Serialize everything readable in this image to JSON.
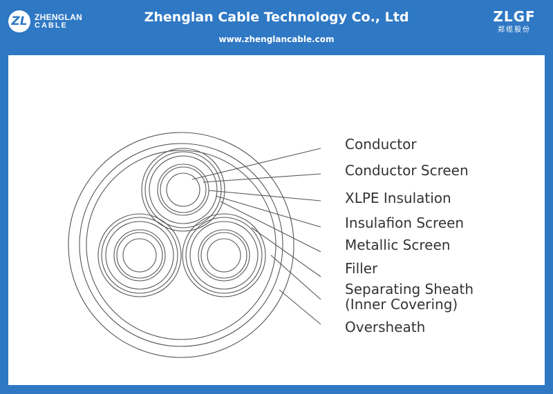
{
  "header": {
    "logo_left_line1": "ZHENGLAN",
    "logo_left_line2": "CABLE",
    "logo_left_mark": "ZL",
    "company_title": "Zhenglan Cable Technology Co., Ltd",
    "website": "www.zhenglancable.com",
    "logo_right_brand": "ZLGF",
    "logo_right_cn": "郑缆股份"
  },
  "diagram": {
    "labels": {
      "conductor": "Conductor",
      "conductor_screen": "Conductor Screen",
      "xlpe_insulation": "XLPE Insulation",
      "insulation_screen": "Insulafion Screen",
      "metallic_screen": "Metallic Screen",
      "filler": "Filler",
      "separating_sheath_1": "Separating Sheath",
      "separating_sheath_2": "(Inner Covering)",
      "oversheath": "Oversheath"
    }
  },
  "colors": {
    "background": "#2f78c4",
    "panel": "#ffffff",
    "line": "#555555"
  }
}
